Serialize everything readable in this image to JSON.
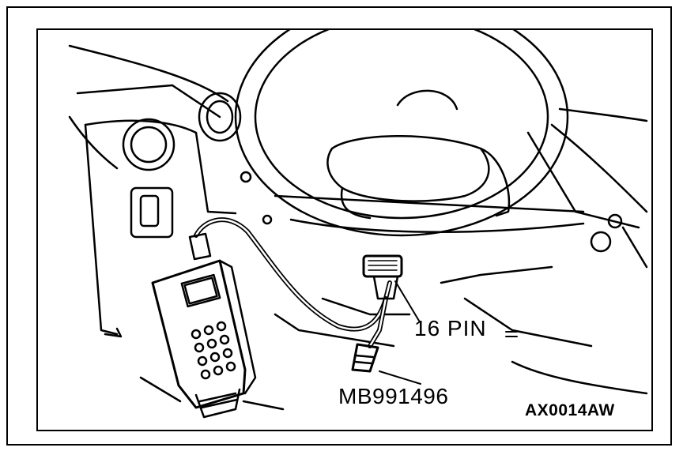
{
  "labels": {
    "connector": "16 PIN",
    "tool_part_number": "MB991496",
    "figure_code": "AX0014AW"
  },
  "colors": {
    "ink": "#000000",
    "paper": "#ffffff"
  }
}
